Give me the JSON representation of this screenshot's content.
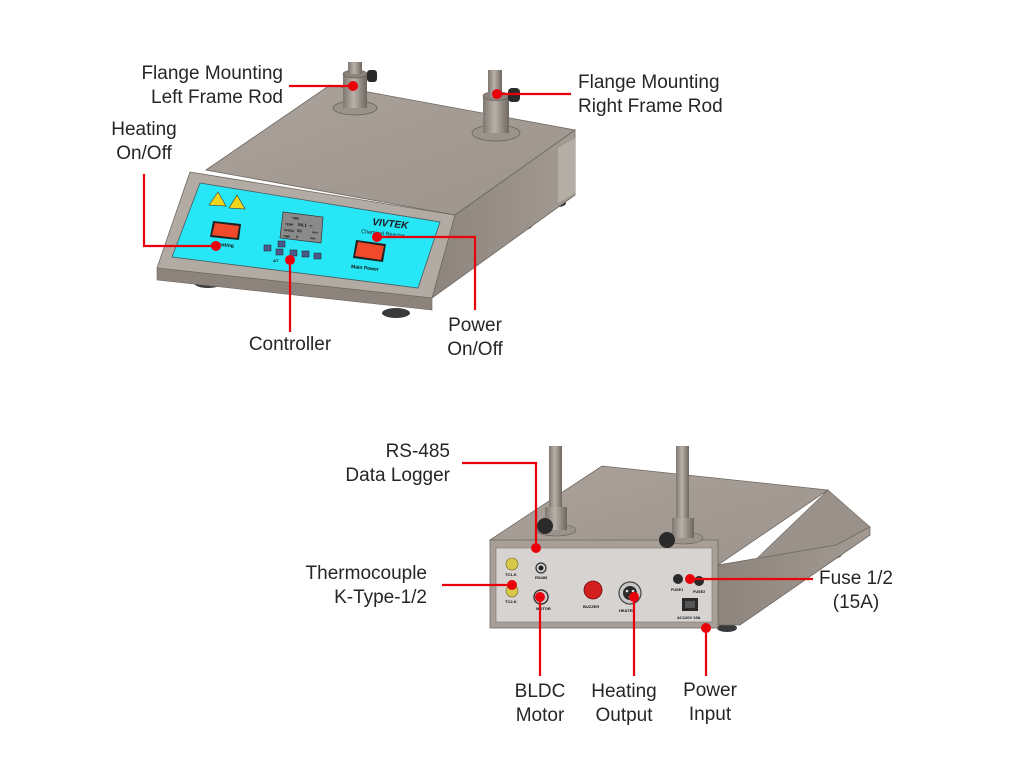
{
  "title": "VIVTEK Chemical Reactor - Front and Rear Panel Callouts",
  "colors": {
    "callout": "#e8000b",
    "panel_cyan": "#27e6f5",
    "chassis": "#a59d95",
    "chassis_dark": "#8c847c",
    "switch_red": "#f04a2a",
    "text": "#262626"
  },
  "front_view": {
    "panel": {
      "brand": "VIVTEK",
      "subtitle": "Chemical Reactor",
      "heating_switch_label": "e-Heating",
      "main_switch_label": "Main Power",
      "display": {
        "header": "TIME",
        "rows": [
          {
            "label": "TEMP",
            "value": "54.1",
            "unit": "°C"
          },
          {
            "label": "SPEED",
            "value": "00",
            "unit": "rpm"
          },
          {
            "label": "TIME",
            "value": "0",
            "unit": "min"
          }
        ]
      },
      "key_label": "A/T"
    },
    "callouts": [
      {
        "id": "flange-left",
        "lines": [
          "Flange Mounting",
          "Left Frame Rod"
        ]
      },
      {
        "id": "flange-right",
        "lines": [
          "Flange Mounting",
          "Right Frame Rod"
        ]
      },
      {
        "id": "heating",
        "lines": [
          "Heating",
          "On/Off"
        ]
      },
      {
        "id": "controller",
        "lines": [
          "Controller"
        ]
      },
      {
        "id": "power",
        "lines": [
          "Power",
          "On/Off"
        ]
      }
    ]
  },
  "rear_view": {
    "panel": {
      "ports": {
        "tc1": "TC1-K",
        "tc2": "TC2-K",
        "rs485": "RS485",
        "motor": "MOTOR",
        "buzzer": "BUZZER",
        "heater": "HEATER",
        "fuse1": "FUSE1",
        "fuse2": "FUSE2",
        "ac": "AC120V  15A"
      }
    },
    "callouts": [
      {
        "id": "rs485",
        "lines": [
          "RS-485",
          "Data Logger"
        ]
      },
      {
        "id": "thermocouple",
        "lines": [
          "Thermocouple",
          "K-Type-1/2"
        ]
      },
      {
        "id": "fuse",
        "lines": [
          "Fuse 1/2",
          "(15A)"
        ]
      },
      {
        "id": "bldc",
        "lines": [
          "BLDC",
          "Motor"
        ]
      },
      {
        "id": "heating-output",
        "lines": [
          "Heating",
          "Output"
        ]
      },
      {
        "id": "power-input",
        "lines": [
          "Power",
          "Input"
        ]
      }
    ]
  }
}
